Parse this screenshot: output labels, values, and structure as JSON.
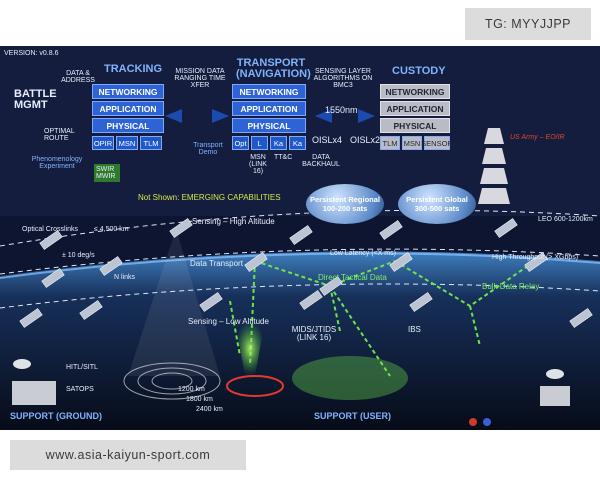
{
  "watermarks": {
    "top_right": "TG: MYYJJPP",
    "bottom_left": "www.asia-kaiyun-sport.com"
  },
  "diagram": {
    "version": "VERSION: v0.8.6",
    "left": {
      "battle_mgmt": "BATTLE MGMT",
      "data_address": "DATA & ADDRESS",
      "optimal_route": "OPTIMAL ROUTE",
      "phenomenology": "Phenomenology Experiment"
    },
    "tracking": {
      "title": "TRACKING",
      "layers": [
        "NETWORKING",
        "APPLICATION",
        "PHYSICAL"
      ],
      "chips": [
        "OPIR",
        "MSN",
        "TLM"
      ],
      "swir": "SWIR MWIR"
    },
    "mission_data": "MISSION DATA RANGING TIME XFER",
    "transport_demo": "Transport Demo",
    "transport": {
      "title": "TRANSPORT (NAVIGATION)",
      "layers": [
        "NETWORKING",
        "APPLICATION",
        "PHYSICAL"
      ],
      "chips": [
        "Opt",
        "L",
        "Ka",
        "Ka"
      ],
      "msn_link": "MSN (LINK 16)",
      "ttc": "TT&C",
      "data_backhaul": "DATA BACKHAUL"
    },
    "sensing_algos": "SENSING LAYER ALGORITHMS ON BMC3",
    "link_1550": "1550nm",
    "oisl_x4": "OISLx4",
    "oisl_x2": "OISLx2",
    "custody": {
      "title": "CUSTODY",
      "layers": [
        "NETWORKING",
        "APPLICATION",
        "PHYSICAL"
      ],
      "chips": [
        "TLM",
        "MSN",
        "SENSOR"
      ]
    },
    "us_army": "US Army – EO/IR",
    "not_shown": "Not Shown: EMERGING CAPABILITIES",
    "persistent_regional": "Persistent Regional 100-200 sats",
    "persistent_global": "Persistent Global 300-500 sats",
    "leo": "LEO 600-1200km",
    "optical_crosslinks": "Optical Crosslinks",
    "range_4500": "≤ 4,500 km",
    "sensing_high": "Sensing – High Altitude",
    "deg_per_s": "± 10 deg/s",
    "n_links": "N links",
    "data_transport": "Data Transport",
    "low_latency": "Low Latency (<X ms)",
    "high_throughput": "High Throughput (> XGbps)",
    "direct_tactical": "Direct Tactical Data",
    "bulk_relay": "Bulk Data Relay",
    "sensing_low": "Sensing – Low Altitude",
    "mids": "MIDS/JTIDS (LINK 16)",
    "ibs": "IBS",
    "hitl": "HITL/SITL",
    "satops": "SATOPS",
    "ranges": [
      "1200 km",
      "1800 km",
      "2400 km"
    ],
    "support_ground": "SUPPORT (GROUND)",
    "support_user": "SUPPORT (USER)"
  }
}
